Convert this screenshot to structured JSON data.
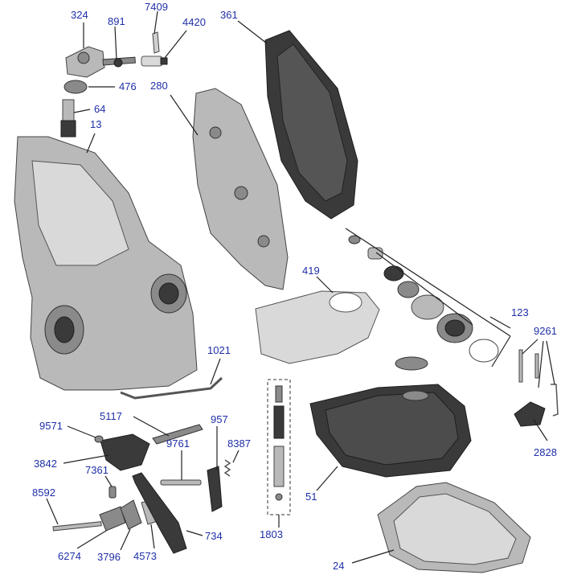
{
  "diagram": {
    "callouts": [
      {
        "id": "324",
        "text": "324"
      },
      {
        "id": "891",
        "text": "891"
      },
      {
        "id": "7409",
        "text": "7409"
      },
      {
        "id": "4420",
        "text": "4420"
      },
      {
        "id": "361",
        "text": "361"
      },
      {
        "id": "476",
        "text": "476"
      },
      {
        "id": "280",
        "text": "280"
      },
      {
        "id": "64",
        "text": "64"
      },
      {
        "id": "13",
        "text": "13"
      },
      {
        "id": "419",
        "text": "419"
      },
      {
        "id": "123",
        "text": "123"
      },
      {
        "id": "9261",
        "text": "9261"
      },
      {
        "id": "1021",
        "text": "1021"
      },
      {
        "id": "9571",
        "text": "9571"
      },
      {
        "id": "5117",
        "text": "5117"
      },
      {
        "id": "957",
        "text": "957"
      },
      {
        "id": "3842",
        "text": "3842"
      },
      {
        "id": "9761",
        "text": "9761"
      },
      {
        "id": "8387",
        "text": "8387"
      },
      {
        "id": "7361",
        "text": "7361"
      },
      {
        "id": "8592",
        "text": "8592"
      },
      {
        "id": "51",
        "text": "51"
      },
      {
        "id": "2828",
        "text": "2828"
      },
      {
        "id": "6274",
        "text": "6274"
      },
      {
        "id": "3796",
        "text": "3796"
      },
      {
        "id": "4573",
        "text": "4573"
      },
      {
        "id": "734",
        "text": "734"
      },
      {
        "id": "1803",
        "text": "1803"
      },
      {
        "id": "24",
        "text": "24"
      }
    ],
    "label_color": "#1f2fa8",
    "line_color": "#222222"
  }
}
